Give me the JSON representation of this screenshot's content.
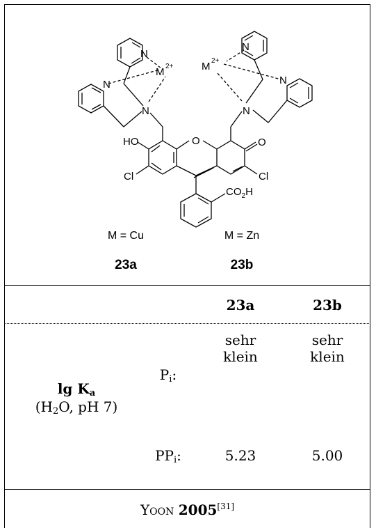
{
  "structure": {
    "atoms": {
      "n_pyr_top_left": "N",
      "n_pyr_left": "N",
      "n_amine_left": "N",
      "metal_left": "M",
      "charge_left": "2+",
      "n_pyr_top_right": "N",
      "n_pyr_right": "N",
      "n_amine_right": "N",
      "metal_right": "M",
      "charge_right": "2+",
      "hydroxy": "HO",
      "ring_oxygen": "O",
      "carbonyl_oxygen": "O",
      "chloro_left": "Cl",
      "chloro_right": "Cl",
      "carboxyl_prefix": "CO",
      "carboxyl_sub": "2",
      "carboxyl_suffix": "H"
    },
    "metal_left_label": "M = Cu",
    "metal_right_label": "M = Zn",
    "compound_a": "23a",
    "compound_b": "23b"
  },
  "table": {
    "headers": [
      "23a",
      "23b"
    ],
    "row_label_bold": "lg K",
    "row_label_bold_sub": "a",
    "row_condition_pre": "(H",
    "row_condition_sub": "2",
    "row_condition_post": "O, pH 7)",
    "rows": [
      {
        "analyte": "P",
        "analyte_sub": "i",
        "suffix": ":",
        "value_a": "sehr klein",
        "value_b": "sehr klein"
      },
      {
        "analyte": "PP",
        "analyte_sub": "i",
        "suffix": ":",
        "value_a": "5.23",
        "value_b": "5.00"
      }
    ]
  },
  "footer": {
    "author": "Yoon",
    "year": "2005",
    "reference": "[31]"
  }
}
